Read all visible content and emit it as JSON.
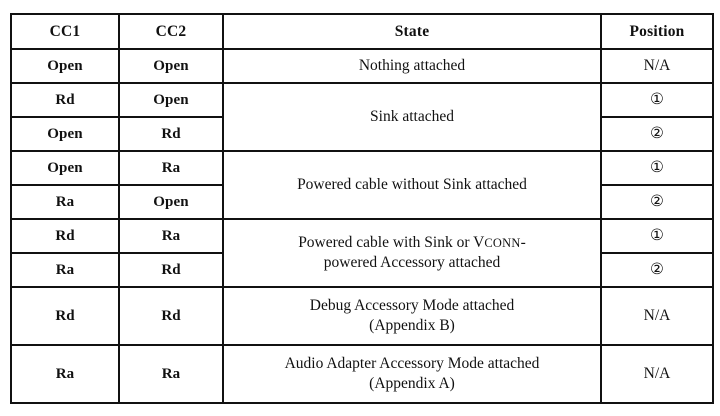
{
  "table": {
    "columns": [
      {
        "key": "cc1",
        "label": "CC1"
      },
      {
        "key": "cc2",
        "label": "CC2"
      },
      {
        "key": "state",
        "label": "State"
      },
      {
        "key": "pos",
        "label": "Position"
      }
    ],
    "rows": [
      {
        "cc1": "Open",
        "cc2": "Open",
        "pos": "N/A"
      },
      {
        "cc1": "Rd",
        "cc2": "Open",
        "pos": "①"
      },
      {
        "cc1": "Open",
        "cc2": "Rd",
        "pos": "②"
      },
      {
        "cc1": "Open",
        "cc2": "Ra",
        "pos": "①"
      },
      {
        "cc1": "Ra",
        "cc2": "Open",
        "pos": "②"
      },
      {
        "cc1": "Rd",
        "cc2": "Ra",
        "pos": "①"
      },
      {
        "cc1": "Ra",
        "cc2": "Rd",
        "pos": "②"
      },
      {
        "cc1": "Rd",
        "cc2": "Rd",
        "pos": "N/A"
      },
      {
        "cc1": "Ra",
        "cc2": "Ra",
        "pos": "N/A"
      }
    ],
    "states": {
      "nothing_attached": "Nothing attached",
      "sink_attached": "Sink attached",
      "powered_cable_without_sink": "Powered cable without Sink attached",
      "powered_cable_with_sink_line1_a": "Powered cable with Sink or V",
      "powered_cable_with_sink_line1_b": "CONN",
      "powered_cable_with_sink_line1_c": "-",
      "powered_cable_with_sink_line2": "powered Accessory attached",
      "debug_accessory_line1": "Debug Accessory Mode attached",
      "debug_accessory_line2": "(Appendix B)",
      "audio_adapter_line1": "Audio Adapter Accessory Mode attached",
      "audio_adapter_line2": "(Appendix A)"
    }
  },
  "colors": {
    "border_heavy": "#111111",
    "border_thin": "#7a7a7a",
    "background": "#ffffff",
    "text": "#111111"
  }
}
